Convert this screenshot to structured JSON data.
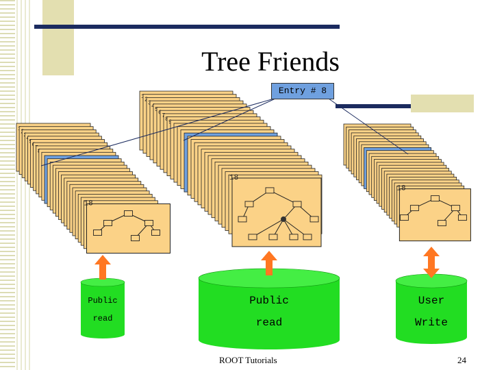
{
  "slide": {
    "title": "Tree Friends",
    "entry_label": "Entry # 8",
    "footer": "ROOT Tutorials",
    "page_number": "24"
  },
  "stacks": [
    {
      "name": "left",
      "card_labels": [
        "1",
        "2",
        "3",
        "4",
        "5",
        "6",
        "7",
        "8"
      ],
      "highlighted_label": "8",
      "front_label": "18"
    },
    {
      "name": "middle",
      "card_labels": [
        "1",
        "2",
        "3",
        "4",
        "5",
        "6",
        "7",
        "8",
        "9"
      ],
      "highlighted_label": "9",
      "front_label": "18"
    },
    {
      "name": "right",
      "card_labels": [],
      "highlighted_label": "",
      "front_label": "18"
    }
  ],
  "databases": [
    {
      "name": "left",
      "line1": "Public",
      "line2": "read",
      "arrow": "up"
    },
    {
      "name": "middle",
      "line1": "Public",
      "line2": "read",
      "arrow": "up"
    },
    {
      "name": "right",
      "line1": "User",
      "line2": "Write",
      "arrow": "both"
    }
  ],
  "colors": {
    "card_fill": "#fbd287",
    "card_highlight": "#6fa0df",
    "cylinder": "#22dd22",
    "arrow": "#ff7722",
    "accent_bar": "#1b2b5f",
    "tan": "#e3dfb0"
  }
}
